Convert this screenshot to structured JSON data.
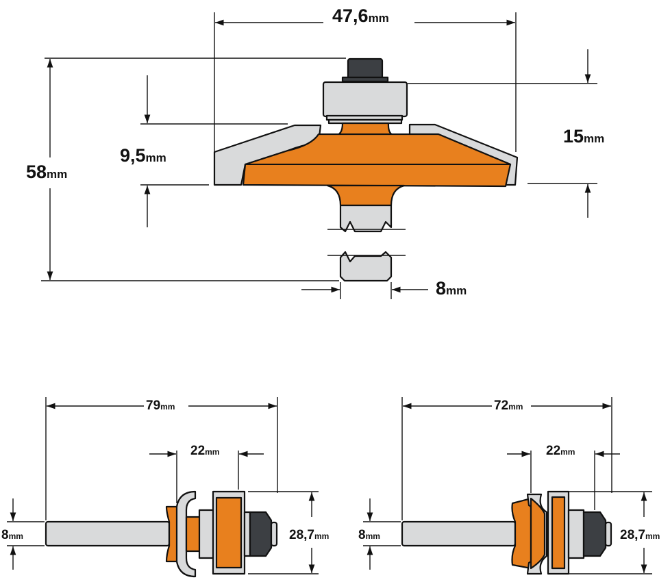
{
  "main_view": {
    "width": {
      "value": "47,6",
      "unit": "mm"
    },
    "total_length": {
      "value": "58",
      "unit": "mm"
    },
    "cut_height": {
      "value": "9,5",
      "unit": "mm"
    },
    "bearing_height": {
      "value": "15",
      "unit": "mm"
    },
    "shank_diameter": {
      "value": "8",
      "unit": "mm"
    }
  },
  "left_bit": {
    "total_length": {
      "value": "79",
      "unit": "mm"
    },
    "cut_length": {
      "value": "22",
      "unit": "mm"
    },
    "diameter": {
      "value": "28,7",
      "unit": "mm"
    },
    "shank_diameter": {
      "value": "8",
      "unit": "mm"
    }
  },
  "right_bit": {
    "total_length": {
      "value": "72",
      "unit": "mm"
    },
    "cut_length": {
      "value": "22",
      "unit": "mm"
    },
    "diameter": {
      "value": "28,7",
      "unit": "mm"
    },
    "shank_diameter": {
      "value": "8",
      "unit": "mm"
    }
  },
  "colors": {
    "cutter": "#E8801E",
    "steel": "#D9DADB",
    "nut": "#3C3F43"
  }
}
